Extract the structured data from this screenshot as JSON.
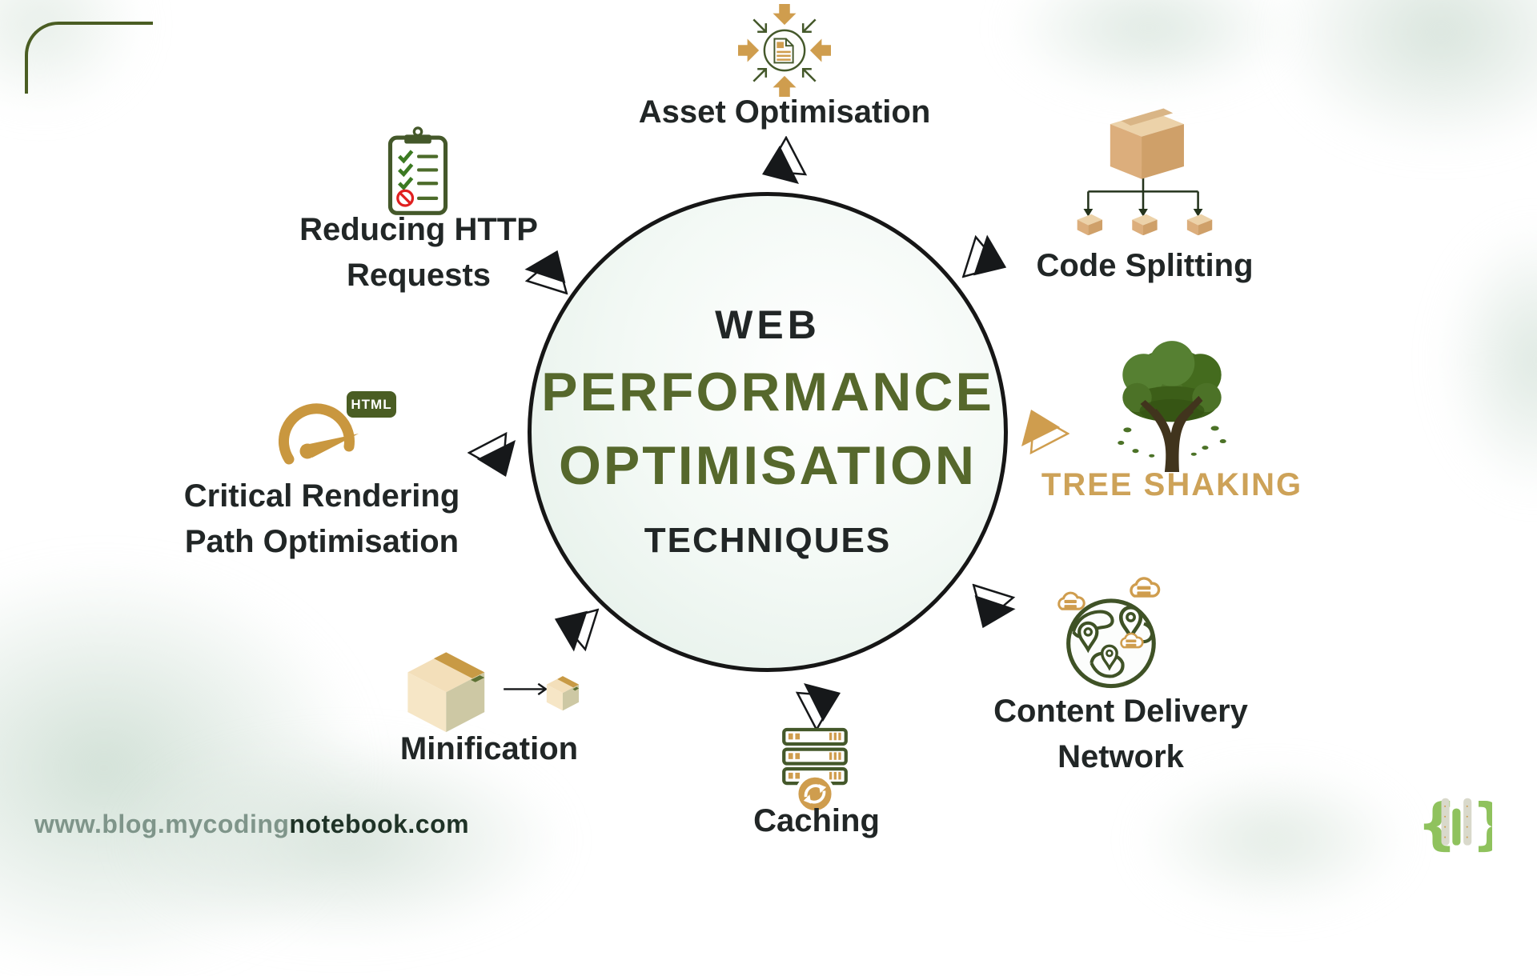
{
  "center": {
    "line1": "WEB",
    "line2": "PERFORMANCE",
    "line3": "OPTIMISATION",
    "line4": "TECHNIQUES"
  },
  "nodes": {
    "asset_optimisation": {
      "label": "Asset Optimisation",
      "icon": "compress-document-icon"
    },
    "code_splitting": {
      "label": "Code Splitting",
      "icon": "package-split-icon"
    },
    "tree_shaking": {
      "label": "TREE SHAKING",
      "icon": "tree-icon"
    },
    "content_delivery_network": {
      "label_line1": "Content Delivery",
      "label_line2": "Network",
      "icon": "globe-pins-icon"
    },
    "caching": {
      "label": "Caching",
      "icon": "server-refresh-icon"
    },
    "minification": {
      "label": "Minification",
      "icon": "box-shrink-icon"
    },
    "critical_rendering": {
      "label_line1": "Critical Rendering",
      "label_line2": "Path Optimisation",
      "icon": "speedometer-icon",
      "badge": "HTML"
    },
    "reducing_http_requests": {
      "label_line1": "Reducing HTTP",
      "label_line2": "Requests",
      "icon": "clipboard-checklist-icon"
    }
  },
  "footer": {
    "website_prefix": "www.blog.mycoding",
    "website_suffix": "notebook.com"
  },
  "colors": {
    "olive_title": "#56682c",
    "dark_text": "#212626",
    "gold_accent": "#cda258",
    "dark_green_icon": "#44582a",
    "box_tan": "#dcae7c",
    "url_sage": "#7f958a",
    "url_dark": "#1f3327",
    "logo_green": "#8fc25d",
    "alert_red": "#e02020"
  }
}
